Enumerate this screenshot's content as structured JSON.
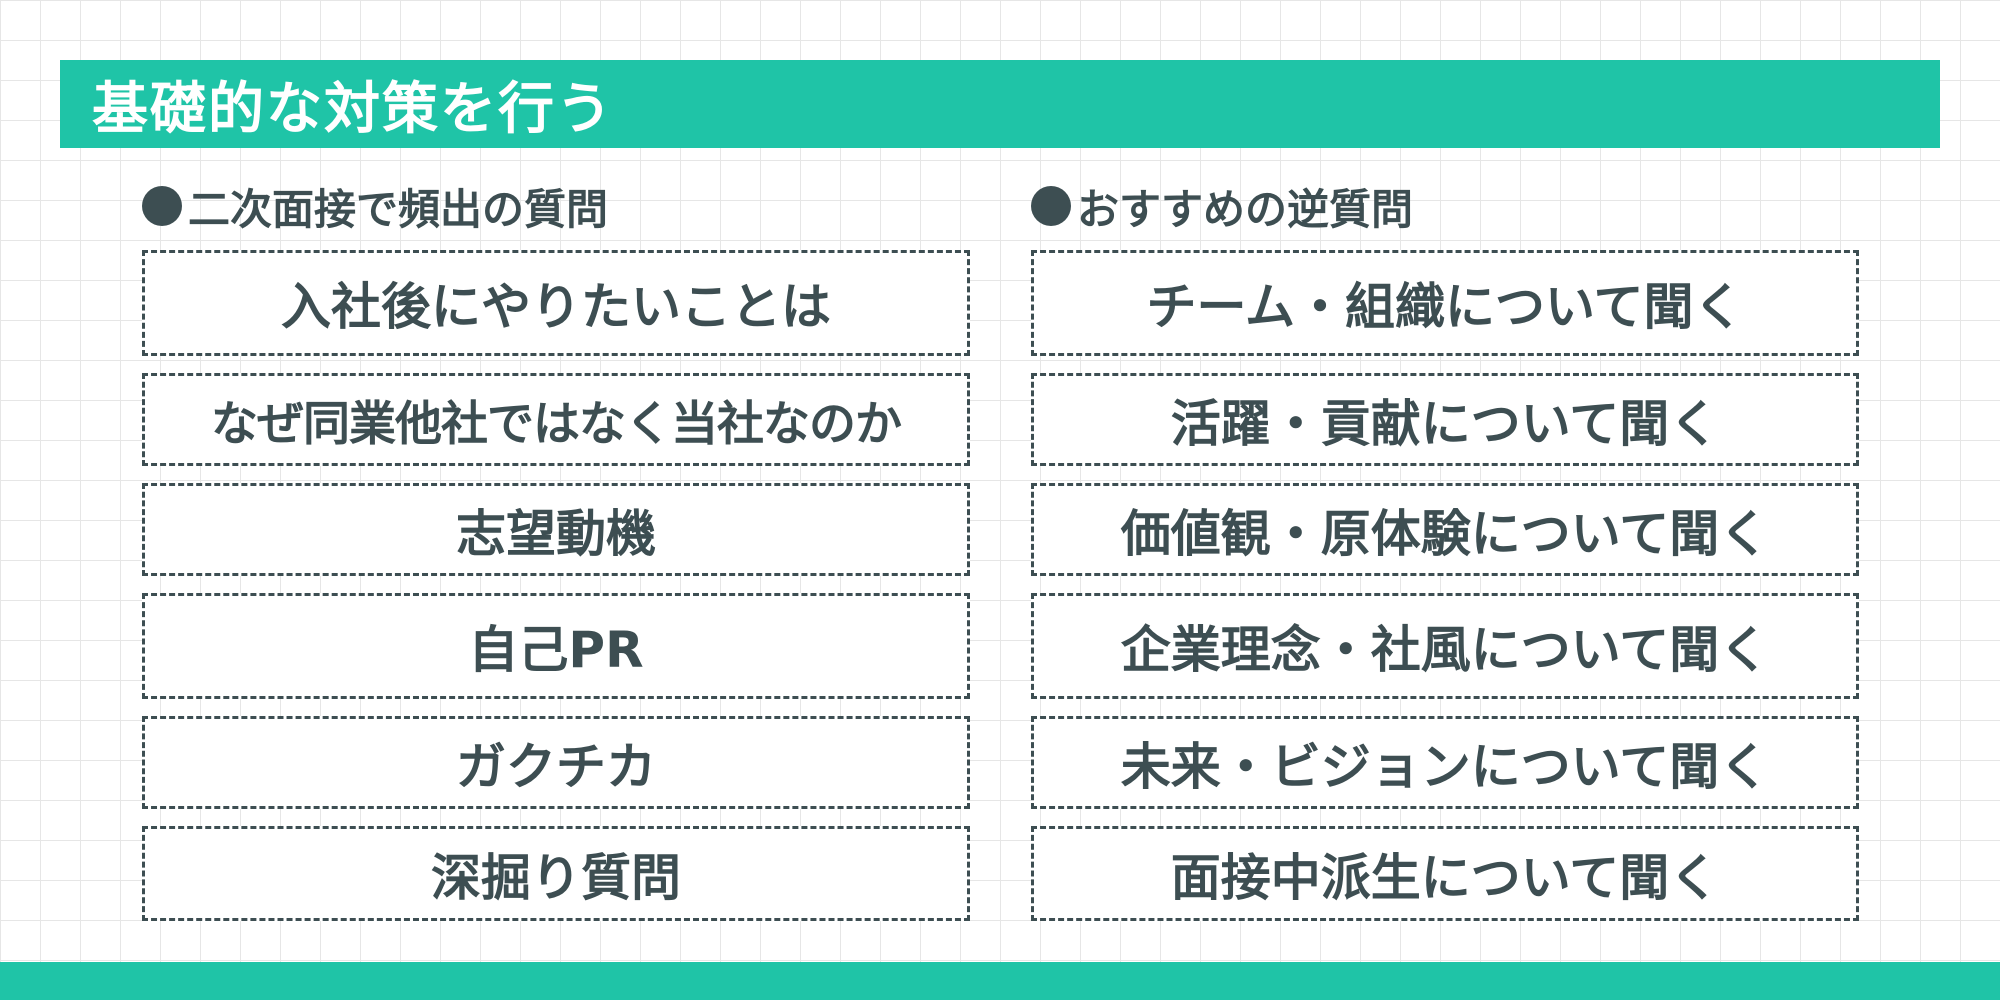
{
  "header": {
    "title": "基礎的な対策を行う"
  },
  "left_column": {
    "heading": "二次面接で頻出の質問",
    "items": [
      "入社後にやりたいことは",
      "なぜ同業他社ではなく当社なのか",
      "志望動機",
      "自己PR",
      "ガクチカ",
      "深掘り質問"
    ]
  },
  "right_column": {
    "heading": "おすすめの逆質問",
    "items": [
      "チーム・組織について聞く",
      "活躍・貢献について聞く",
      "価値観・原体験について聞く",
      "企業理念・社風について聞く",
      "未来・ビジョンについて聞く",
      "面接中派生について聞く"
    ]
  },
  "colors": {
    "accent": "#1fc4a7",
    "text": "#3d4e52",
    "grid": "#e6e6e6"
  }
}
